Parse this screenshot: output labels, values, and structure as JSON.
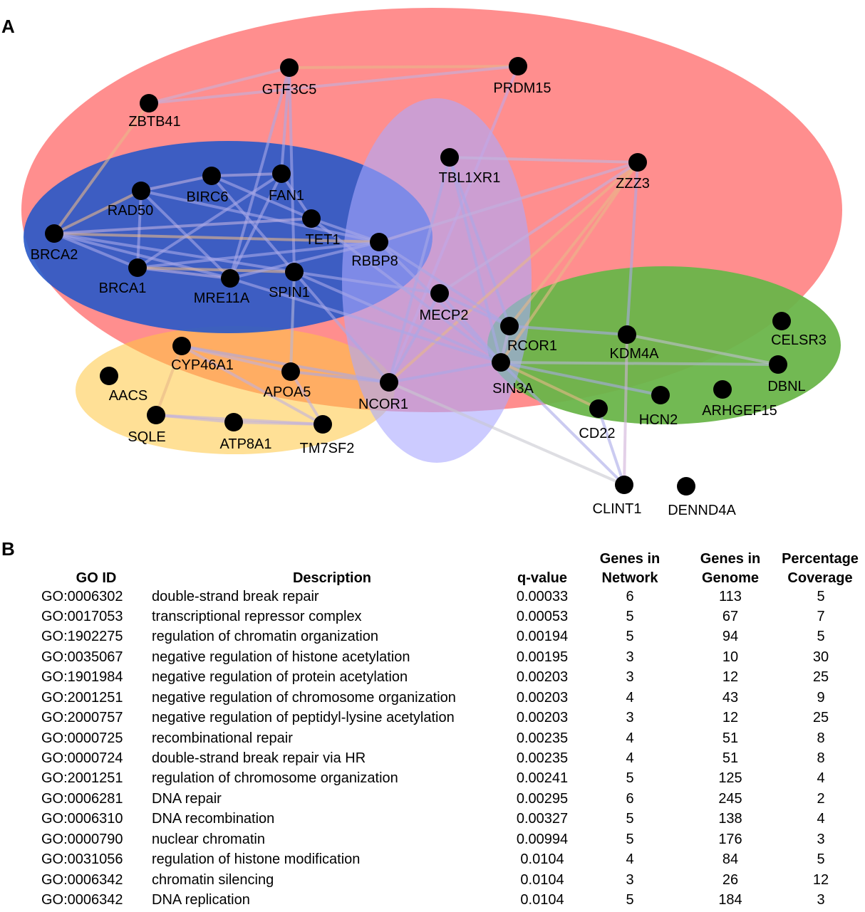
{
  "panel_a_label": "A",
  "panel_b_label": "B",
  "network": {
    "nodes": [
      {
        "id": "GTF3C5"
      },
      {
        "id": "PRDM15"
      },
      {
        "id": "ZBTB41"
      },
      {
        "id": "TBL1XR1"
      },
      {
        "id": "ZZZ3"
      },
      {
        "id": "BIRC6"
      },
      {
        "id": "FAN1"
      },
      {
        "id": "RAD50"
      },
      {
        "id": "TET1"
      },
      {
        "id": "BRCA2"
      },
      {
        "id": "RBBP8"
      },
      {
        "id": "BRCA1"
      },
      {
        "id": "MRE11A"
      },
      {
        "id": "SPIN1"
      },
      {
        "id": "MECP2"
      },
      {
        "id": "RCOR1"
      },
      {
        "id": "KDM4A"
      },
      {
        "id": "CELSR3"
      },
      {
        "id": "CYP46A1"
      },
      {
        "id": "SIN3A"
      },
      {
        "id": "DBNL"
      },
      {
        "id": "APOA5"
      },
      {
        "id": "NCOR1"
      },
      {
        "id": "AACS"
      },
      {
        "id": "HCN2"
      },
      {
        "id": "ARHGEF15"
      },
      {
        "id": "CD22"
      },
      {
        "id": "SQLE"
      },
      {
        "id": "ATP8A1"
      },
      {
        "id": "TM7SF2"
      },
      {
        "id": "CLINT1"
      },
      {
        "id": "DENND4A"
      }
    ]
  },
  "table": {
    "headers": {
      "go_id": "GO ID",
      "description": "Description",
      "q_value": "q-value",
      "genes_network_1": "Genes in",
      "genes_network_2": "Network",
      "genes_genome_1": "Genes in",
      "genes_genome_2": "Genome",
      "coverage_1": "Percentage",
      "coverage_2": "Coverage"
    },
    "rows": [
      {
        "go_id": "GO:0006302",
        "description": "double-strand break repair",
        "q_value": "0.00033",
        "genes_network": "6",
        "genes_genome": "113",
        "coverage": "5"
      },
      {
        "go_id": "GO:0017053",
        "description": "transcriptional repressor complex",
        "q_value": "0.00053",
        "genes_network": "5",
        "genes_genome": "67",
        "coverage": "7"
      },
      {
        "go_id": "GO:1902275",
        "description": "regulation of chromatin organization",
        "q_value": "0.00194",
        "genes_network": "5",
        "genes_genome": "94",
        "coverage": "5"
      },
      {
        "go_id": "GO:0035067",
        "description": "negative regulation of histone acetylation",
        "q_value": "0.00195",
        "genes_network": "3",
        "genes_genome": "10",
        "coverage": "30"
      },
      {
        "go_id": "GO:1901984",
        "description": "negative regulation of protein acetylation",
        "q_value": "0.00203",
        "genes_network": "3",
        "genes_genome": "12",
        "coverage": "25"
      },
      {
        "go_id": "GO:2001251",
        "description": "negative regulation of chromosome organization",
        "q_value": "0.00203",
        "genes_network": "4",
        "genes_genome": "43",
        "coverage": "9"
      },
      {
        "go_id": "GO:2000757",
        "description": "negative regulation of peptidyl-lysine acetylation",
        "q_value": "0.00203",
        "genes_network": "3",
        "genes_genome": "12",
        "coverage": "25"
      },
      {
        "go_id": "GO:0000725",
        "description": "recombinational repair",
        "q_value": "0.00235",
        "genes_network": "4",
        "genes_genome": "51",
        "coverage": "8"
      },
      {
        "go_id": "GO:0000724",
        "description": "double-strand break repair via HR",
        "q_value": "0.00235",
        "genes_network": "4",
        "genes_genome": "51",
        "coverage": "8"
      },
      {
        "go_id": "GO:2001251",
        "description": "regulation of chromosome organization",
        "q_value": "0.00241",
        "genes_network": "5",
        "genes_genome": "125",
        "coverage": "4"
      },
      {
        "go_id": "GO:0006281",
        "description": "DNA repair",
        "q_value": "0.00295",
        "genes_network": "6",
        "genes_genome": "245",
        "coverage": "2"
      },
      {
        "go_id": "GO:0006310",
        "description": "DNA recombination",
        "q_value": "0.00327",
        "genes_network": "5",
        "genes_genome": "138",
        "coverage": "4"
      },
      {
        "go_id": "GO:0000790",
        "description": "nuclear chromatin",
        "q_value": "0.00994",
        "genes_network": "5",
        "genes_genome": "176",
        "coverage": "3"
      },
      {
        "go_id": "GO:0031056",
        "description": "regulation of histone modification",
        "q_value": "0.0104",
        "genes_network": "4",
        "genes_genome": "84",
        "coverage": "5"
      },
      {
        "go_id": "GO:0006342",
        "description": "chromatin silencing",
        "q_value": "0.0104",
        "genes_network": "3",
        "genes_genome": "26",
        "coverage": "12"
      },
      {
        "go_id": "GO:0006342",
        "description": "DNA replication",
        "q_value": "0.0104",
        "genes_network": "5",
        "genes_genome": "184",
        "coverage": "3"
      }
    ]
  }
}
